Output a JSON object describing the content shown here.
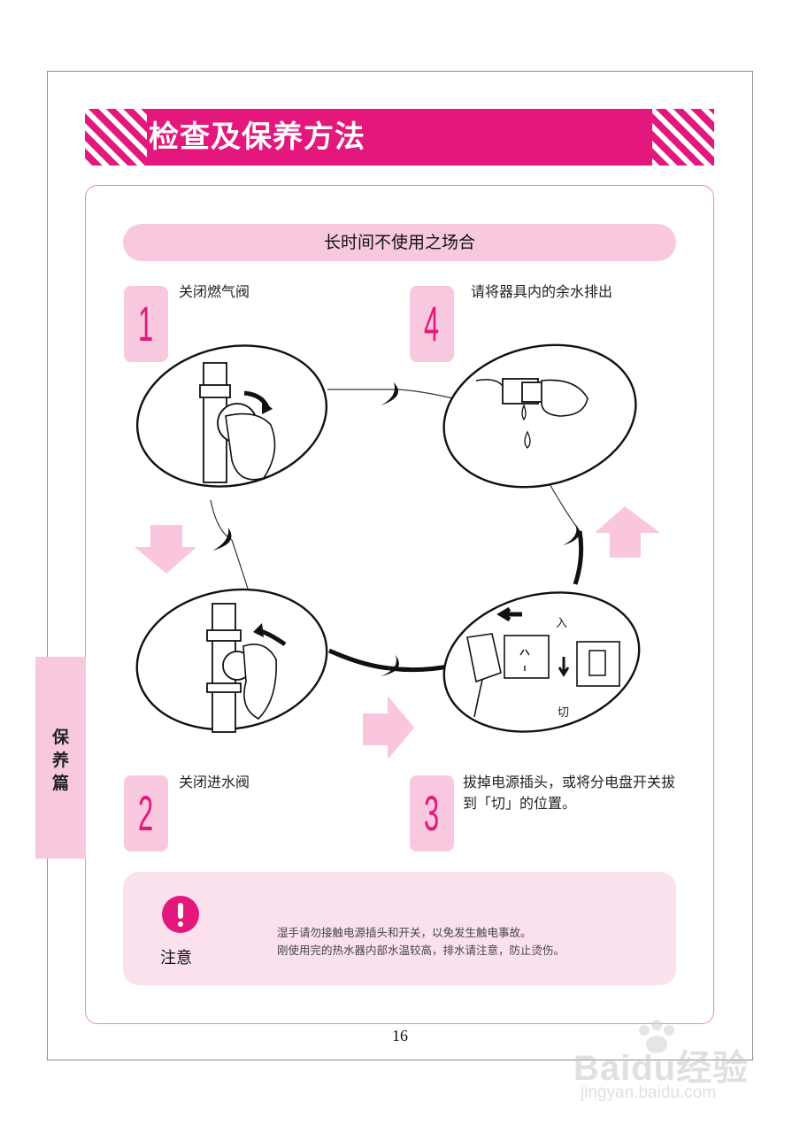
{
  "title": "检查及保养方法",
  "section_title": "长时间不使用之场合",
  "side_tab": "保养篇",
  "steps": [
    {
      "number": "1",
      "label": "关闭燃气阀"
    },
    {
      "number": "2",
      "label": "关闭进水阀"
    },
    {
      "number": "3",
      "label": "拔掉电源插头，或将分电盘开关拔到「切」的位置。"
    },
    {
      "number": "4",
      "label": "请将器具内的余水排出"
    }
  ],
  "switch_labels": {
    "in": "入",
    "off": "切"
  },
  "caution": {
    "label": "注意",
    "lines": [
      "湿手请勿接触电源插头和开关，以免发生触电事故。",
      "刚使用完的热水器内部水温较高，排水请注意，防止烫伤。"
    ]
  },
  "page_number": "16",
  "watermark": {
    "brand": "Baidu经验",
    "url": "jingyan.baidu.com"
  },
  "colors": {
    "accent": "#e4177d",
    "light_pink": "#f8c8df",
    "pale_pink": "#fbe1ee",
    "arrow_pink": "#f9c6dd"
  }
}
